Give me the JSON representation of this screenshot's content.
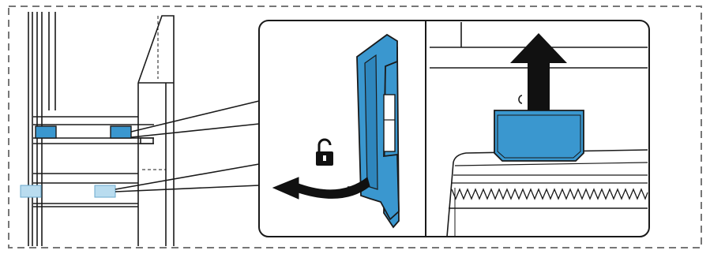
{
  "figure": {
    "type": "installation-instruction-illustration",
    "panels": [
      "overview",
      "unlock-clip-detail",
      "lift-holder-detail"
    ],
    "icons": [
      "dashed-frame",
      "padlock-unlocked-icon",
      "curved-arrow-left-icon",
      "arrow-up-icon"
    ],
    "colors": {
      "line": "#1a1a1a",
      "accent_blue": "#3a97cf",
      "accent_blue_light": "#b9dcef",
      "background": "#ffffff",
      "frame_dash": "#777777"
    }
  }
}
